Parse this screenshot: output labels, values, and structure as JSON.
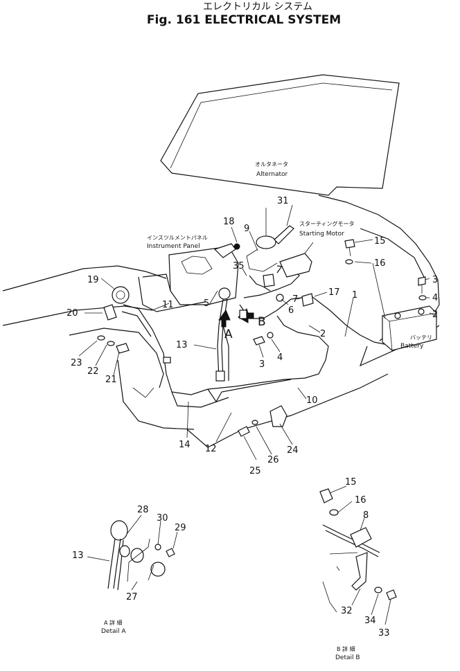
{
  "title_jp": "エレクトリカル システム",
  "title_en": "Fig. 161 ELECTRICAL SYSTEM",
  "components": {
    "alternator": {
      "jp": "オルタネータ",
      "en": "Alternator"
    },
    "starting_motor": {
      "jp": "スターティングモータ",
      "en": "Starting Motor"
    },
    "instrument_panel": {
      "jp": "インスツルメントパネル",
      "en": "Instrument Panel"
    },
    "battery": {
      "jp": "バッテリ",
      "en": "Battery"
    }
  },
  "view_markers": {
    "a": "A",
    "b": "B"
  },
  "details": {
    "a": {
      "jp": "A 詳 細",
      "en": "Detail A"
    },
    "b": {
      "jp": "B 詳 細",
      "en": "Detail B"
    }
  },
  "part_numbers": {
    "p1": "1",
    "p2": "2",
    "p2b": "2",
    "p3": "3",
    "p3b": "3",
    "p4": "4",
    "p4b": "4",
    "p5": "5",
    "p6": "6",
    "p7": "7",
    "p8": "8",
    "p9": "9",
    "p10": "10",
    "p11": "11",
    "p12": "12",
    "p13": "13",
    "p13b": "13",
    "p14": "14",
    "p15": "15",
    "p15b": "15",
    "p16": "16",
    "p16b": "16",
    "p17": "17",
    "p18": "18",
    "p19": "19",
    "p20": "20",
    "p21": "21",
    "p22": "22",
    "p23": "23",
    "p24": "24",
    "p25": "25",
    "p26": "26",
    "p27": "27",
    "p28": "28",
    "p29": "29",
    "p30": "30",
    "p31": "31",
    "p32": "32",
    "p33": "33",
    "p34": "34",
    "p35": "35"
  }
}
